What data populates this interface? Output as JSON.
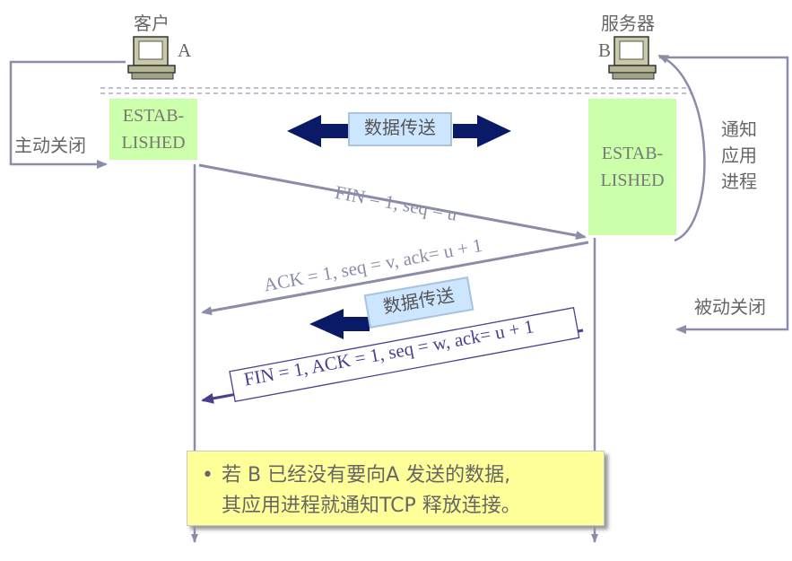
{
  "client": {
    "title": "客户",
    "letter": "A",
    "state": "ESTAB-\nLISHED",
    "state_line1": "ESTAB-",
    "state_line2": "LISHED"
  },
  "server": {
    "title": "服务器",
    "letter": "B",
    "state_line1": "ESTAB-",
    "state_line2": "LISHED"
  },
  "labels": {
    "active_close": "主动关闭",
    "passive_close": "被动关闭",
    "notify_app_1": "通知",
    "notify_app_2": "应用",
    "notify_app_3": "进程",
    "data_transfer": "数据传送",
    "data_transfer_2": "数据传送"
  },
  "messages": {
    "fin": "FIN = 1, seq = u",
    "ack": "ACK = 1, seq = v, ack= u + 1",
    "fin_ack": "FIN = 1, ACK = 1, seq = w, ack= u + 1"
  },
  "note": {
    "bullet": "•",
    "line1": "若 B 已经没有要向A 发送的数据,",
    "line2": "其应用进程就通知TCP 释放连接。"
  },
  "colors": {
    "line": "#8a8ca8",
    "fin_ack_arrow": "#4a3f8f",
    "big_arrow": "#0b1a66",
    "estab_bg": "#ccffaa",
    "note_bg": "#ffff99"
  }
}
